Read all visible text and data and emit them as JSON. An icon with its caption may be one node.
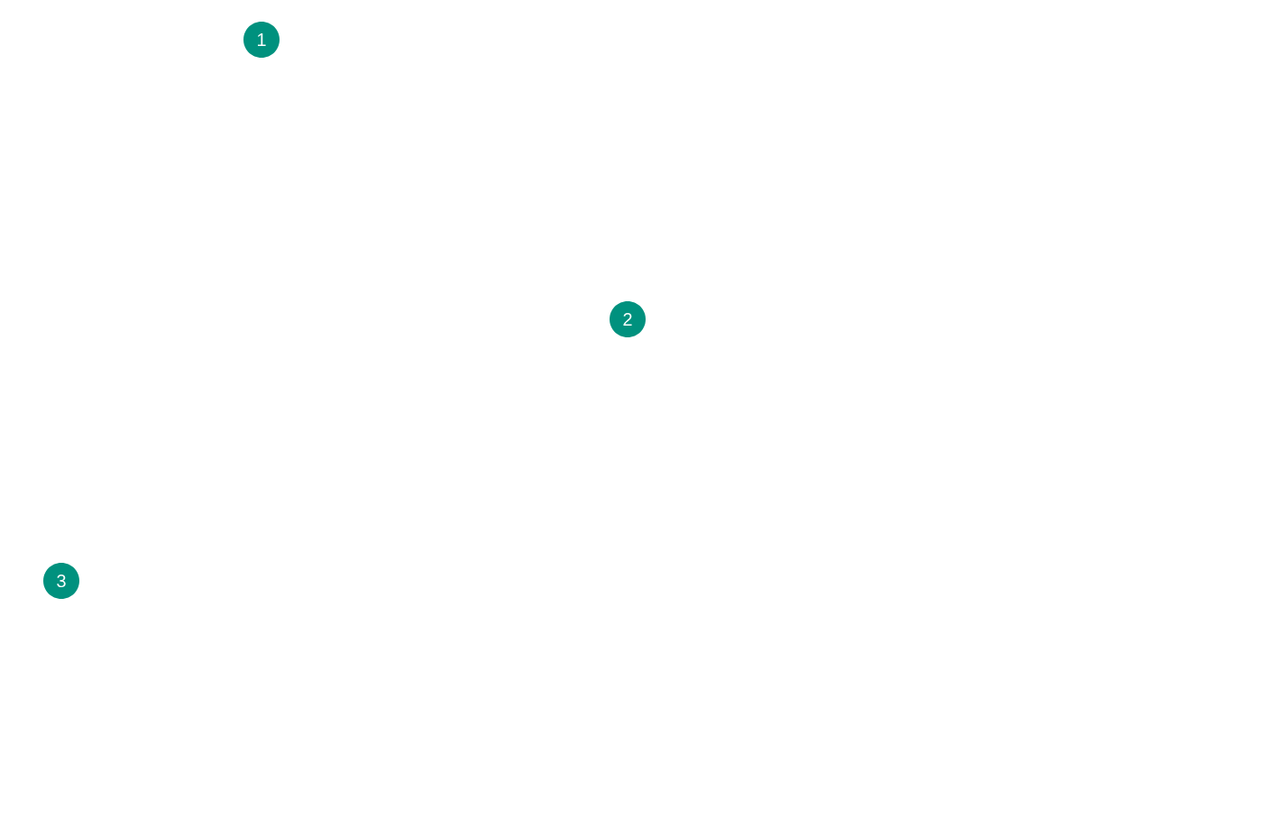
{
  "diagram": {
    "labels": [
      "1",
      "2",
      "3"
    ]
  }
}
